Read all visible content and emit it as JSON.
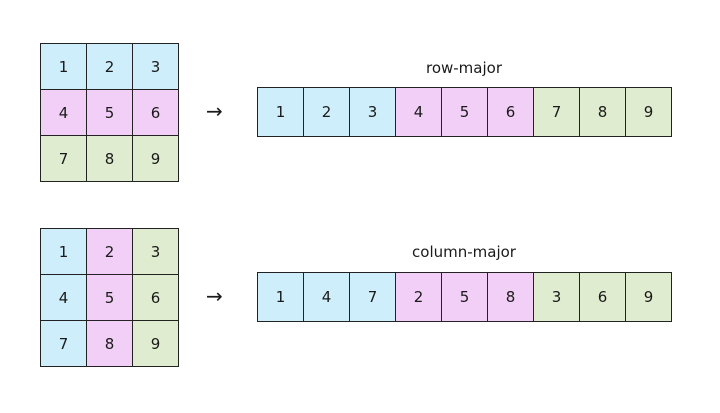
{
  "colors": {
    "blue": "#cdeefa",
    "pink": "#f2cff6",
    "green": "#e0eccf",
    "border": "#222222"
  },
  "arrow": "→",
  "diagrams": [
    {
      "label": "row-major",
      "grid": [
        {
          "value": "1",
          "color": "blue"
        },
        {
          "value": "2",
          "color": "blue"
        },
        {
          "value": "3",
          "color": "blue"
        },
        {
          "value": "4",
          "color": "pink"
        },
        {
          "value": "5",
          "color": "pink"
        },
        {
          "value": "6",
          "color": "pink"
        },
        {
          "value": "7",
          "color": "green"
        },
        {
          "value": "8",
          "color": "green"
        },
        {
          "value": "9",
          "color": "green"
        }
      ],
      "strip": [
        {
          "value": "1",
          "color": "blue"
        },
        {
          "value": "2",
          "color": "blue"
        },
        {
          "value": "3",
          "color": "blue"
        },
        {
          "value": "4",
          "color": "pink"
        },
        {
          "value": "5",
          "color": "pink"
        },
        {
          "value": "6",
          "color": "pink"
        },
        {
          "value": "7",
          "color": "green"
        },
        {
          "value": "8",
          "color": "green"
        },
        {
          "value": "9",
          "color": "green"
        }
      ]
    },
    {
      "label": "column-major",
      "grid": [
        {
          "value": "1",
          "color": "blue"
        },
        {
          "value": "2",
          "color": "pink"
        },
        {
          "value": "3",
          "color": "green"
        },
        {
          "value": "4",
          "color": "blue"
        },
        {
          "value": "5",
          "color": "pink"
        },
        {
          "value": "6",
          "color": "green"
        },
        {
          "value": "7",
          "color": "blue"
        },
        {
          "value": "8",
          "color": "pink"
        },
        {
          "value": "9",
          "color": "green"
        }
      ],
      "strip": [
        {
          "value": "1",
          "color": "blue"
        },
        {
          "value": "4",
          "color": "blue"
        },
        {
          "value": "7",
          "color": "blue"
        },
        {
          "value": "2",
          "color": "pink"
        },
        {
          "value": "5",
          "color": "pink"
        },
        {
          "value": "8",
          "color": "pink"
        },
        {
          "value": "3",
          "color": "green"
        },
        {
          "value": "6",
          "color": "green"
        },
        {
          "value": "9",
          "color": "green"
        }
      ]
    }
  ]
}
